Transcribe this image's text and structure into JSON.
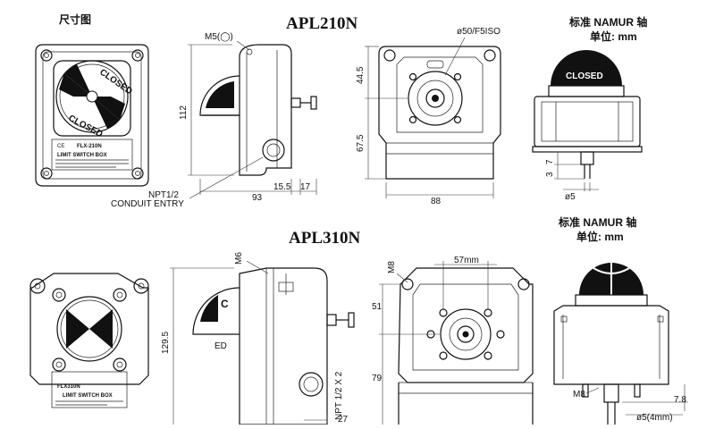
{
  "header": {
    "size_label": "尺寸图"
  },
  "models": {
    "apl210n": {
      "title": "APL210N",
      "namur_label": "标准 NAMUR 轴",
      "unit_label": "单位: mm",
      "front": {
        "dial_top_text": "CLOSED",
        "dial_bottom_text": "CLOSED",
        "plate_model": "FLX-210N",
        "plate_title": "LIMIT SWITCH BOX"
      },
      "side": {
        "m5_label": "M5(◯)",
        "height": "112",
        "npt_label": "NPT1/2",
        "conduit_label": "CONDUIT ENTRY",
        "width_93": "93",
        "width_15_5": "15.5",
        "width_17": "17"
      },
      "back": {
        "flange_label": "ø50/F5ISO",
        "h_44_5": "44.5",
        "h_67_5": "67.5",
        "width_88": "88"
      },
      "namur": {
        "dome_text": "CLOSED",
        "dim_7": "7",
        "dim_3": "3",
        "dim_5": "ø5"
      }
    },
    "apl310n": {
      "title": "APL310N",
      "namur_label": "标准 NAMUR 轴",
      "unit_label": "单位: mm",
      "front": {
        "plate_model": "FLX310N",
        "plate_title": "LIMIT SWITCH BOX"
      },
      "side": {
        "m6_label": "M6",
        "height": "129.5",
        "npt_label": "NPT 1/2 X 2",
        "dim_27": "27",
        "dial_c": "C",
        "dial_ed": "ED"
      },
      "back": {
        "m8_label": "M8",
        "width_57": "57mm",
        "h_51": "51",
        "h_79": "79"
      },
      "namur": {
        "m8_label": "M8",
        "dim_7_8": "7.8",
        "dim_5": "ø5(4mm)"
      }
    }
  }
}
